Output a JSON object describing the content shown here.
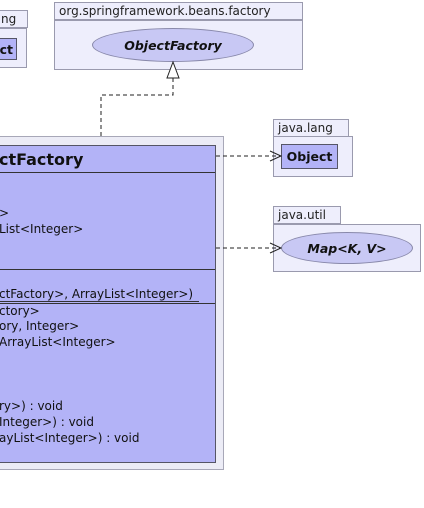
{
  "packages": {
    "left_partial": {
      "tab": "ng",
      "item": "ect"
    },
    "factory": {
      "tab": "org.springframework.beans.factory",
      "item": "ObjectFactory"
    },
    "lang": {
      "tab": "java.lang",
      "item": "Object"
    },
    "util": {
      "tab": "java.util",
      "item": "Map<K, V>"
    }
  },
  "main_class": {
    "title": "ctFactory",
    "fields": [
      ">",
      "List<Integer>"
    ],
    "constructors": [
      "ctFactory>, ArrayList<Integer>)"
    ],
    "methods": [
      "ctory>",
      "ory, Integer>",
      "ArrayList<Integer>",
      "ry>) : void",
      "  Integer>) : void",
      "ayList<Integer>) : void"
    ]
  }
}
